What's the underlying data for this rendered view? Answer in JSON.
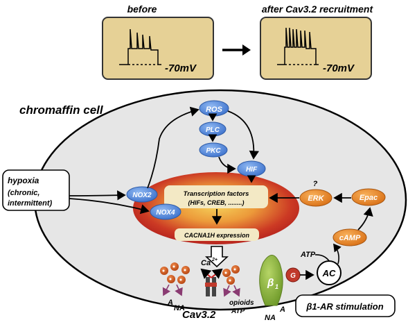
{
  "panels": {
    "before_title": "before",
    "after_title": "after Cav3.2 recruitment",
    "before_voltage": "-70mV",
    "after_voltage": "-70mV"
  },
  "cell_label": "chromaffin cell",
  "stimulus": {
    "hypoxia_title": "hypoxia",
    "hypoxia_detail_1": "(chronic,",
    "hypoxia_detail_2": "intermittent)",
    "beta_box": "β1-AR stimulation"
  },
  "nodes": {
    "ros": "ROS",
    "plc": "PLC",
    "pkc": "PKC",
    "hif": "HIF",
    "nox2": "NOX2",
    "nox4": "NOX4",
    "erk": "ERK",
    "erk_question": "?",
    "epac": "Epac",
    "camp": "cAMP",
    "atp_left": "ATP",
    "ac": "AC",
    "g": "G",
    "beta_receptor": "β",
    "beta_sub": "1"
  },
  "nucleus": {
    "tf_title": "Transcription factors",
    "tf_detail": "(HIFs, CREB, ........)",
    "expression": "CACNA1H expression"
  },
  "membrane": {
    "ca_ion": "Ca",
    "ca_charge": "2+",
    "channel_label": "Cav3.2",
    "vesicle_a": "A",
    "vesicle_na": "NA",
    "opioids": "opioids",
    "atp_release": "ATP",
    "receptor_na": "NA",
    "receptor_a": "A"
  },
  "colors": {
    "panel_fill": "#e6d196",
    "cell_fill": "#e6e6e6",
    "nucleus_center": "#f2c34d",
    "nucleus_edge": "#b51f1f",
    "blue_node": "#4f86d8",
    "orange_node": "#e8882a",
    "receptor_green": "#8cb43a",
    "vesicle": "#d8561e"
  }
}
